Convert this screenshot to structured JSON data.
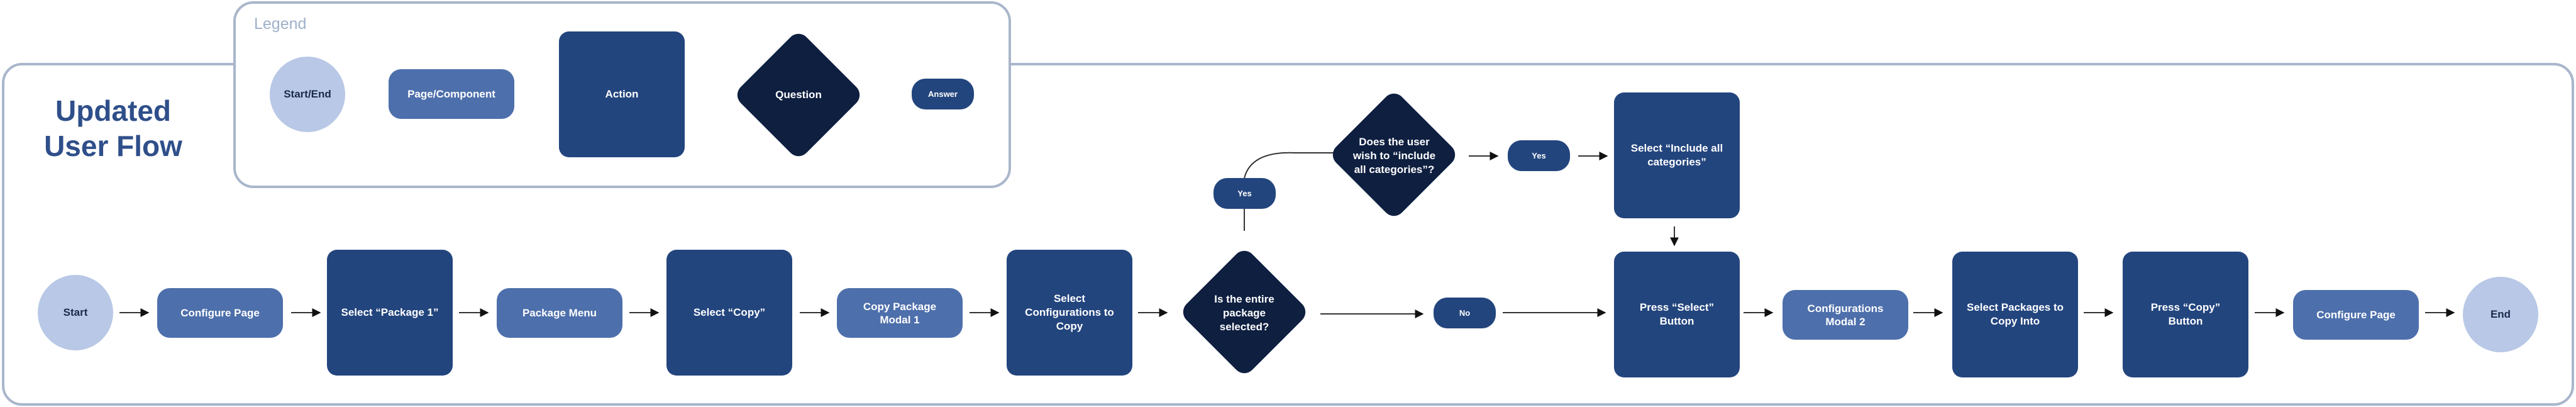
{
  "title": "Updated\nUser Flow",
  "legend": {
    "title": "Legend",
    "start_end": "Start/End",
    "page_component": "Page/Component",
    "action": "Action",
    "question": "Question",
    "answer": "Answer"
  },
  "flow": {
    "start": "Start",
    "configure_page_1": "Configure Page",
    "select_package_1": "Select “Package 1”",
    "package_menu": "Package Menu",
    "select_copy": "Select “Copy”",
    "copy_package_modal": "Copy Package Modal 1",
    "select_configurations": "Select Configurations to Copy",
    "q_entire_package": "Is the entire package selected?",
    "answer_yes_1": "Yes",
    "q_include_all": "Does the user wish to “include all categories”?",
    "answer_yes_2": "Yes",
    "select_include_all": "Select “Include all categories”",
    "answer_no": "No",
    "press_select": "Press “Select” Button",
    "configurations_modal": "Configurations Modal 2",
    "select_packages_copy": "Select Packages to Copy Into",
    "press_copy": "Press “Copy” Button",
    "configure_page_2": "Configure Page",
    "end": "End"
  },
  "colors": {
    "start_end": "#b8c8e6",
    "page_component": "#4d6fab",
    "action": "#23457e",
    "question": "#0e1f40",
    "border": "#a9b6cb",
    "title": "#2f4f8a"
  }
}
